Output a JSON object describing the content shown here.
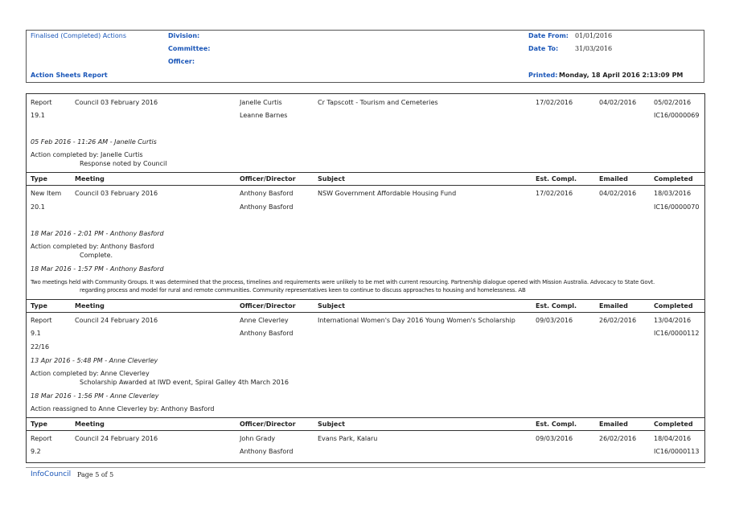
{
  "header": {
    "report_type": "Finalised (Completed) Actions",
    "division_label": "Division:",
    "committee_label": "Committee:",
    "officer_label": "Officer:",
    "report_name": "Action Sheets Report",
    "date_from_label": "Date From:",
    "date_from": "01/01/2016",
    "date_to_label": "Date To:",
    "date_to": "31/03/2016",
    "printed_label": "Printed:",
    "printed_value": "Monday, 18 April 2016  2:13:09 PM"
  },
  "columns": {
    "type": "Type",
    "meeting": "Meeting",
    "officer": "Officer/Director",
    "subject": "Subject",
    "est": "Est. Compl.",
    "emailed": "Emailed",
    "completed": "Completed"
  },
  "rec1": {
    "type": "Report",
    "item": "19.1",
    "meeting": "Council 03 February 2016",
    "officer1": "Janelle Curtis",
    "officer2": "Leanne Barnes",
    "subject": "Cr Tapscott - Tourism and Cemeteries",
    "est": "17/02/2016",
    "emailed": "04/02/2016",
    "completed": "05/02/2016",
    "ref": "IC16/0000069",
    "note1_head": "05 Feb 2016 - 11:26 AM - Janelle Curtis",
    "note1_line1": "Action completed by: Janelle Curtis",
    "note1_line2": "Response noted by Council"
  },
  "rec2": {
    "type": "New Item",
    "item": "20.1",
    "meeting": "Council 03 February 2016",
    "officer1": "Anthony Basford",
    "officer2": "Anthony Basford",
    "subject": "NSW Government Affordable Housing Fund",
    "est": "17/02/2016",
    "emailed": "04/02/2016",
    "completed": "18/03/2016",
    "ref": "IC16/0000070",
    "note1_head": "18 Mar 2016 - 2:01 PM - Anthony Basford",
    "note1_line1": "Action completed by: Anthony Basford",
    "note1_line2": "Complete.",
    "note2_head": "18 Mar 2016 - 1:57 PM - Anthony Basford",
    "note2_line1": "Two meetings held with Community Groups. It was determined that the process, timelines and requirements were unlikely to be met with current resourcing. Partnership dialogue opened with Mission Australia. Advocacy to State Govt.",
    "note2_line2": "regarding process and model for rural and remote communities. Community representatives keen to continue to discuss approaches to housing and homelessness. AB"
  },
  "rec3": {
    "type": "Report",
    "item": "9.1",
    "item2": "22/16",
    "meeting": "Council 24 February 2016",
    "officer1": "Anne Cleverley",
    "officer2": "Anthony Basford",
    "subject": "International Women's Day 2016 Young Women's Scholarship",
    "est": "09/03/2016",
    "emailed": "26/02/2016",
    "completed": "13/04/2016",
    "ref": "IC16/0000112",
    "note1_head": "13 Apr 2016 - 5:48 PM - Anne Cleverley",
    "note1_line1": "Action completed by: Anne Cleverley",
    "note1_line2": "Scholarship Awarded at IWD event, Spiral Galley 4th March 2016",
    "note2_head": "18 Mar 2016 - 1:56 PM - Anne Cleverley",
    "note2_line1": "Action reassigned to Anne Cleverley by: Anthony Basford"
  },
  "rec4": {
    "type": "Report",
    "item": "9.2",
    "meeting": "Council 24 February 2016",
    "officer1": "John Grady",
    "officer2": "Anthony Basford",
    "subject": "Evans Park, Kalaru",
    "est": "09/03/2016",
    "emailed": "26/02/2016",
    "completed": "18/04/2016",
    "ref": "IC16/0000113"
  },
  "footer": {
    "brand": "InfoCouncil",
    "page": "Page 5 of 5"
  }
}
